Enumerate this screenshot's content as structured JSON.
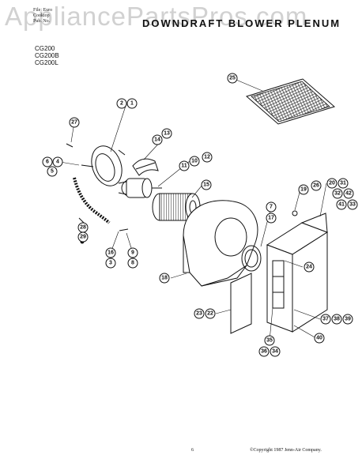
{
  "watermark": "AppliancePartsPros.com",
  "file_meta": [
    "File: Euro",
    "Cooktop",
    "Pub. No."
  ],
  "title": "DOWNDRAFT BLOWER PLENUM",
  "models": [
    "CG200",
    "CG200B",
    "CG200L"
  ],
  "page_number": "6",
  "copyright": "©Copyright 1987 Jenn-Air Company.",
  "callouts": [
    "2",
    "1",
    "27",
    "14",
    "13",
    "6",
    "4",
    "5",
    "11",
    "10",
    "12",
    "15",
    "25",
    "7",
    "17",
    "19",
    "26",
    "20",
    "31",
    "32",
    "42",
    "41",
    "33",
    "24",
    "28",
    "29",
    "16",
    "3",
    "9",
    "8",
    "18",
    "23",
    "22",
    "37",
    "38",
    "39",
    "40",
    "35",
    "36",
    "34"
  ]
}
